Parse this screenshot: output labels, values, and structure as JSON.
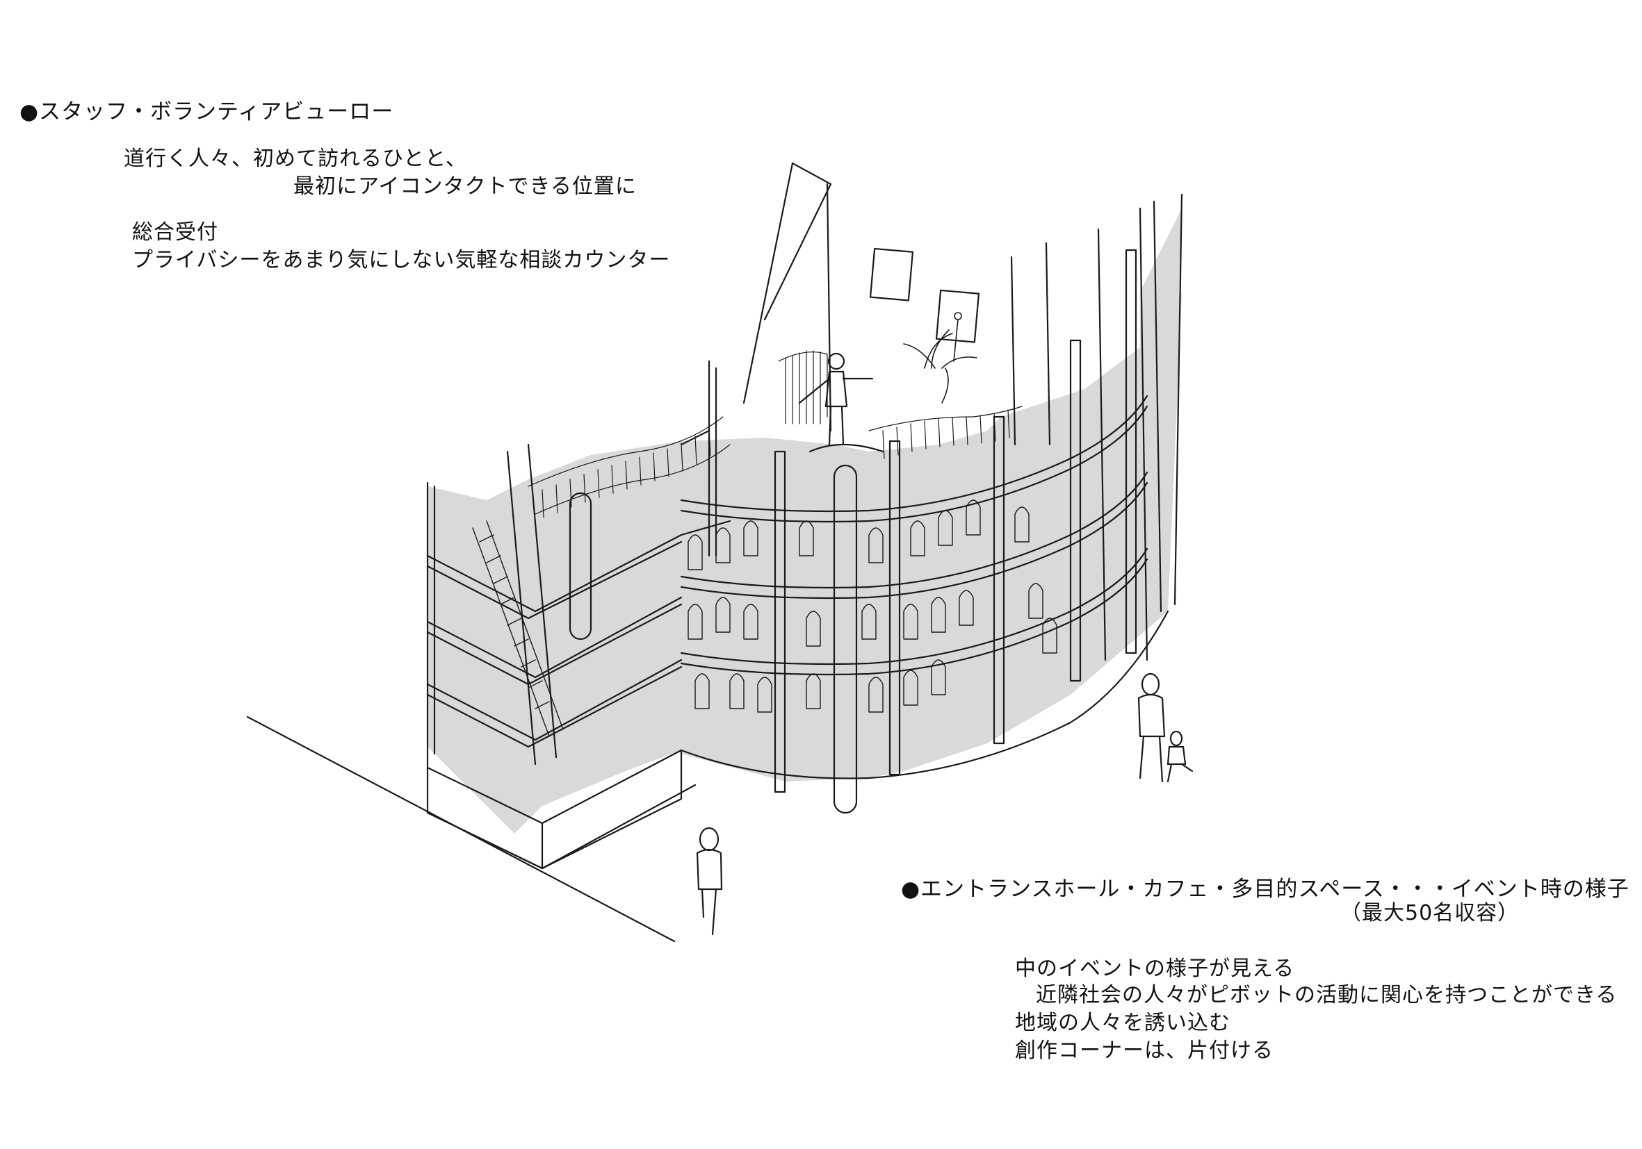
{
  "staff_section": {
    "heading": "●スタッフ・ボランティアビューロー",
    "line1": "道行く人々、初めて訪れるひとと、",
    "line2": "最初にアイコンタクトできる位置に",
    "line3": "総合受付",
    "line4": "プライバシーをあまり気にしない気軽な相談カウンター"
  },
  "entrance_section": {
    "heading": "●エントランスホール・カフェ・多目的スペース・・・イベント時の様子",
    "capacity": "（最大50名収容）",
    "line1": "中のイベントの様子が見える",
    "line2": "近隣社会の人々がピボットの活動に関心を持つことができる",
    "line3": "地域の人々を誘い込む",
    "line4": "創作コーナーは、片付ける"
  },
  "colors": {
    "line": "#1a1a1a",
    "wall_fill": "#d9d9d9",
    "paper": "#ffffff"
  }
}
